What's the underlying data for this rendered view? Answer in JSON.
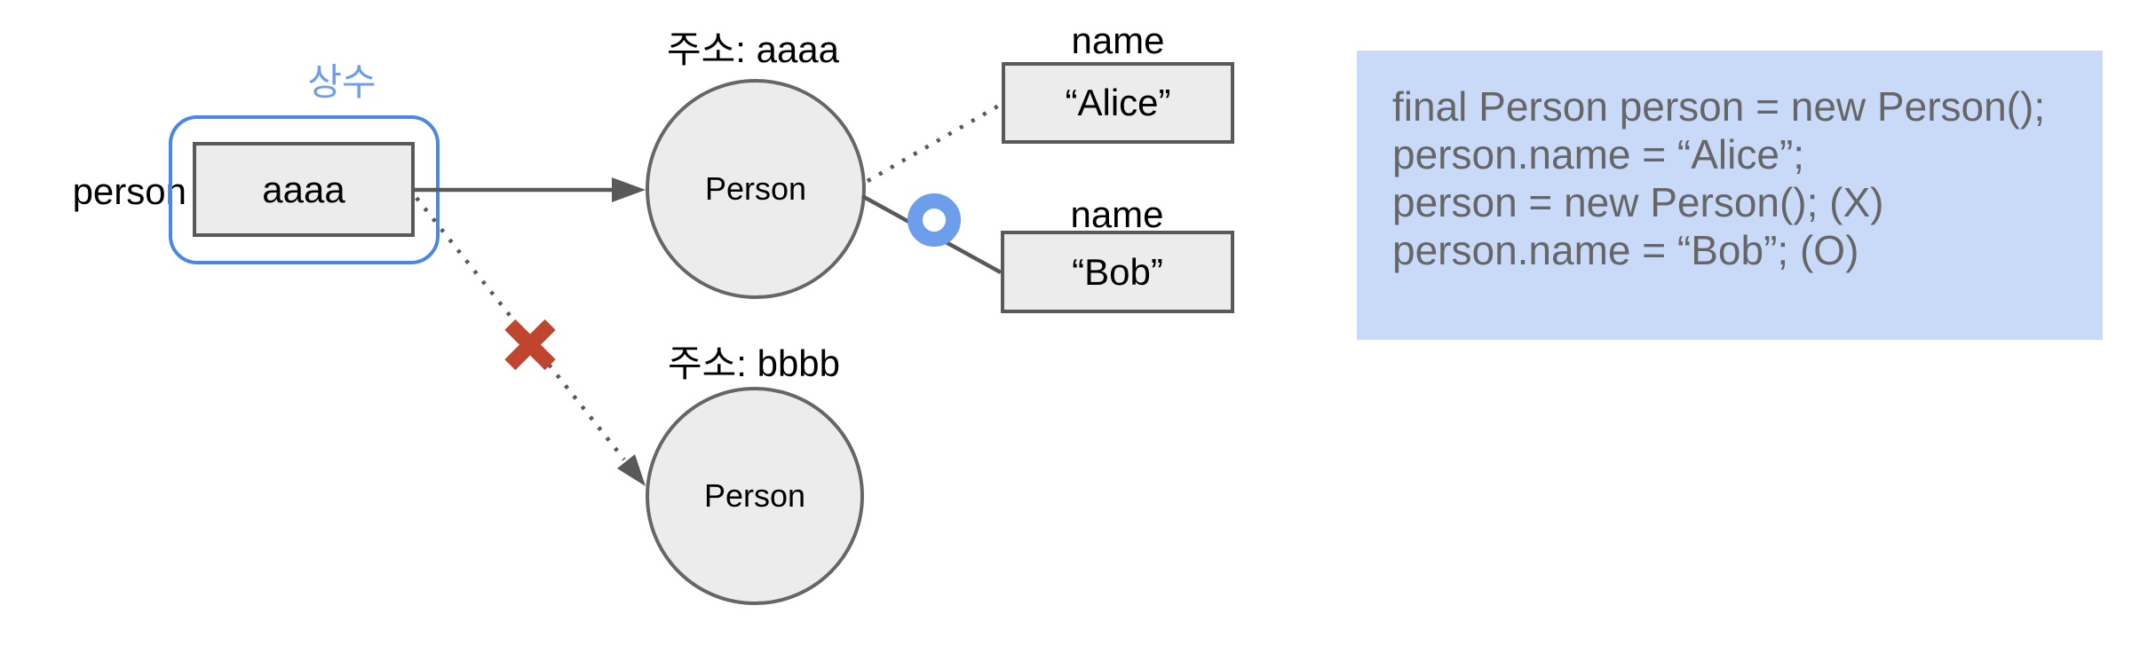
{
  "colors": {
    "accent_blue": "#4a86e8",
    "ring_blue": "#6d9eeb",
    "x_red": "#c0452f",
    "box_fill": "#ececec",
    "line_gray": "#595959",
    "code_bg": "#c9daf8",
    "code_text": "#666666"
  },
  "diagram": {
    "variable_label": "person",
    "constant_badge": "상수",
    "pointer_value": "aaaa",
    "object_aaaa": {
      "address": "주소: aaaa",
      "class_name": "Person"
    },
    "object_bbbb": {
      "address": "주소: bbbb",
      "class_name": "Person"
    },
    "field_alice": {
      "label": "name",
      "value": "“Alice”"
    },
    "field_bob": {
      "label": "name",
      "value": "“Bob”"
    }
  },
  "code_panel": {
    "lines": [
      "final Person person = new Person();",
      "person.name = “Alice”;",
      "",
      "person = new Person(); (X)",
      "person.name = “Bob”; (O)"
    ]
  }
}
